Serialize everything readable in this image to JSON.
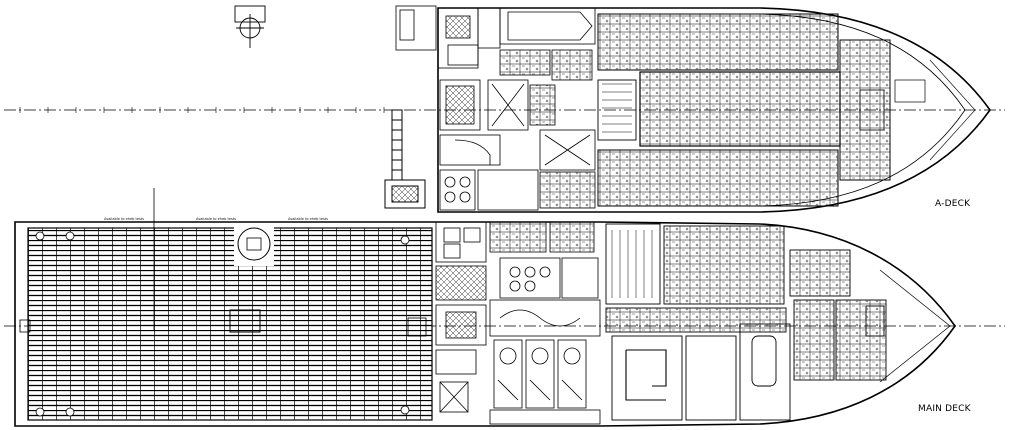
{
  "drawing": {
    "upper_deck_label": "A-DECK",
    "lower_deck_label": "MAIN DECK"
  },
  "heli_deck": {
    "stencils": [
      "Available to eheb tests",
      "Available to eheb tests",
      "Available to eheb tests"
    ]
  },
  "colors": {
    "line": "#000000",
    "background": "#ffffff"
  }
}
